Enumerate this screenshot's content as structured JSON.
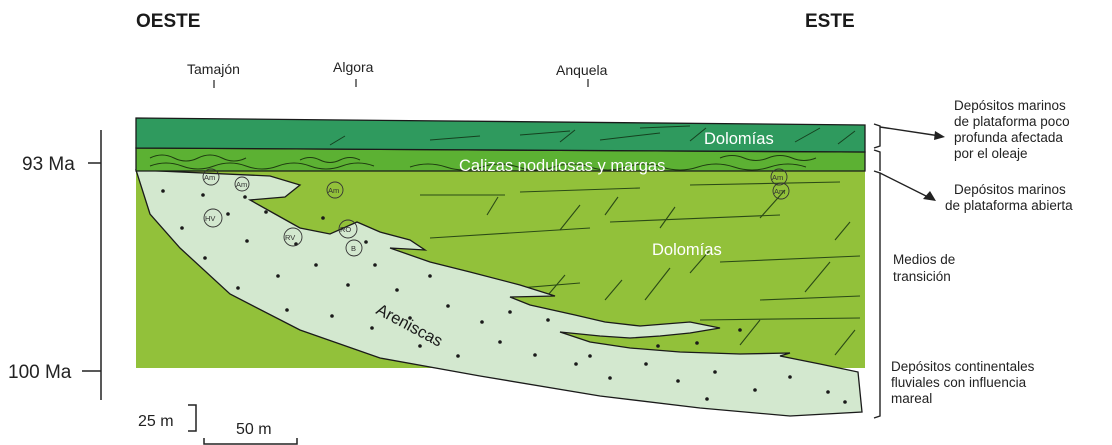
{
  "header": {
    "west": "OESTE",
    "east": "ESTE"
  },
  "localities": [
    "Tamajón",
    "Algora",
    "Anquela"
  ],
  "ages": {
    "top": "93 Ma",
    "bottom": "100 Ma"
  },
  "units": {
    "dolomias_top": "Dolomías",
    "calizas": "Calizas nodulosas y margas",
    "dolomias_main": "Dolomías",
    "areniscas": "Areniscas"
  },
  "interpretations": {
    "shallow": [
      "Depósitos marinos",
      "de plataforma poco",
      "profunda afectada",
      "por el oleaje"
    ],
    "open": [
      "Depósitos marinos",
      "de plataforma abierta"
    ],
    "transition": [
      "Medios de",
      "transición"
    ],
    "continental": [
      "Depósitos continentales",
      "fluviales con influencia",
      "mareal"
    ]
  },
  "fossils": [
    "Am",
    "Am",
    "Am",
    "Am",
    "Am",
    "HV",
    "RV",
    "RO",
    "B"
  ],
  "scale": {
    "vertical": "25 m",
    "horizontal": "50 m"
  },
  "colors": {
    "dolomias_top": "#2f9a5e",
    "calizas": "#5cb133",
    "dolomias_main": "#92c13a",
    "areniscas": "#d3e8cf"
  }
}
